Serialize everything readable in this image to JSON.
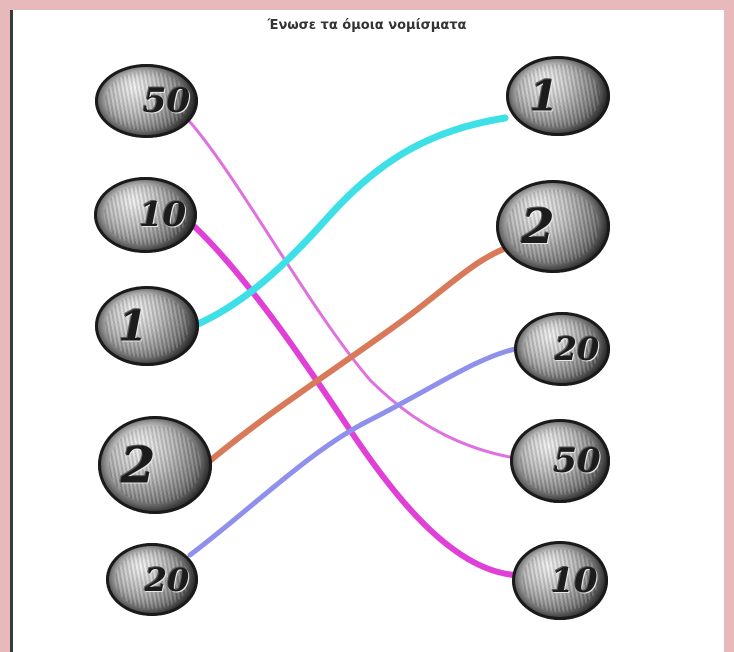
{
  "worksheet": {
    "title": "Ένωσε τα όμοια νομίσματα"
  },
  "left_coins": [
    {
      "label": "50"
    },
    {
      "label": "10"
    },
    {
      "label": "1"
    },
    {
      "label": "2"
    },
    {
      "label": "20"
    }
  ],
  "right_coins": [
    {
      "label": "1"
    },
    {
      "label": "2"
    },
    {
      "label": "20"
    },
    {
      "label": "50"
    },
    {
      "label": "10"
    }
  ],
  "connections": [
    {
      "left": "50",
      "right": "50",
      "color": "#e070e0"
    },
    {
      "left": "10",
      "right": "10",
      "color": "#e040d8"
    },
    {
      "left": "1",
      "right": "1",
      "color": "#3ee0e8"
    },
    {
      "left": "2",
      "right": "2",
      "color": "#d87a5a"
    },
    {
      "left": "20",
      "right": "20",
      "color": "#8f8fec"
    }
  ]
}
